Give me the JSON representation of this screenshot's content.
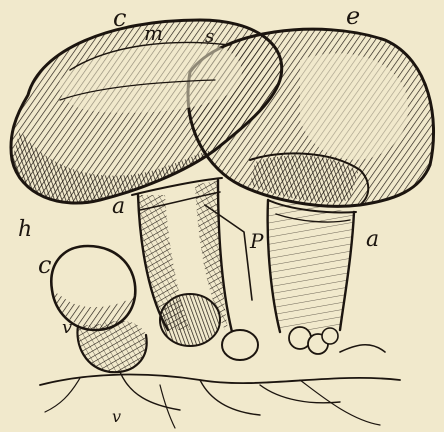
{
  "figure": {
    "labels": {
      "cap_left": "c",
      "cap_marks": "m",
      "cap_mark_small": "s",
      "cap_right": "e",
      "gills": "h",
      "ring_left": "a",
      "ring_right": "a",
      "stem_mark": "P",
      "button_cap": "c",
      "volva": "v",
      "base": "v"
    }
  },
  "colors": {
    "paper": "#f1e9cc",
    "ink": "#1c150f"
  }
}
